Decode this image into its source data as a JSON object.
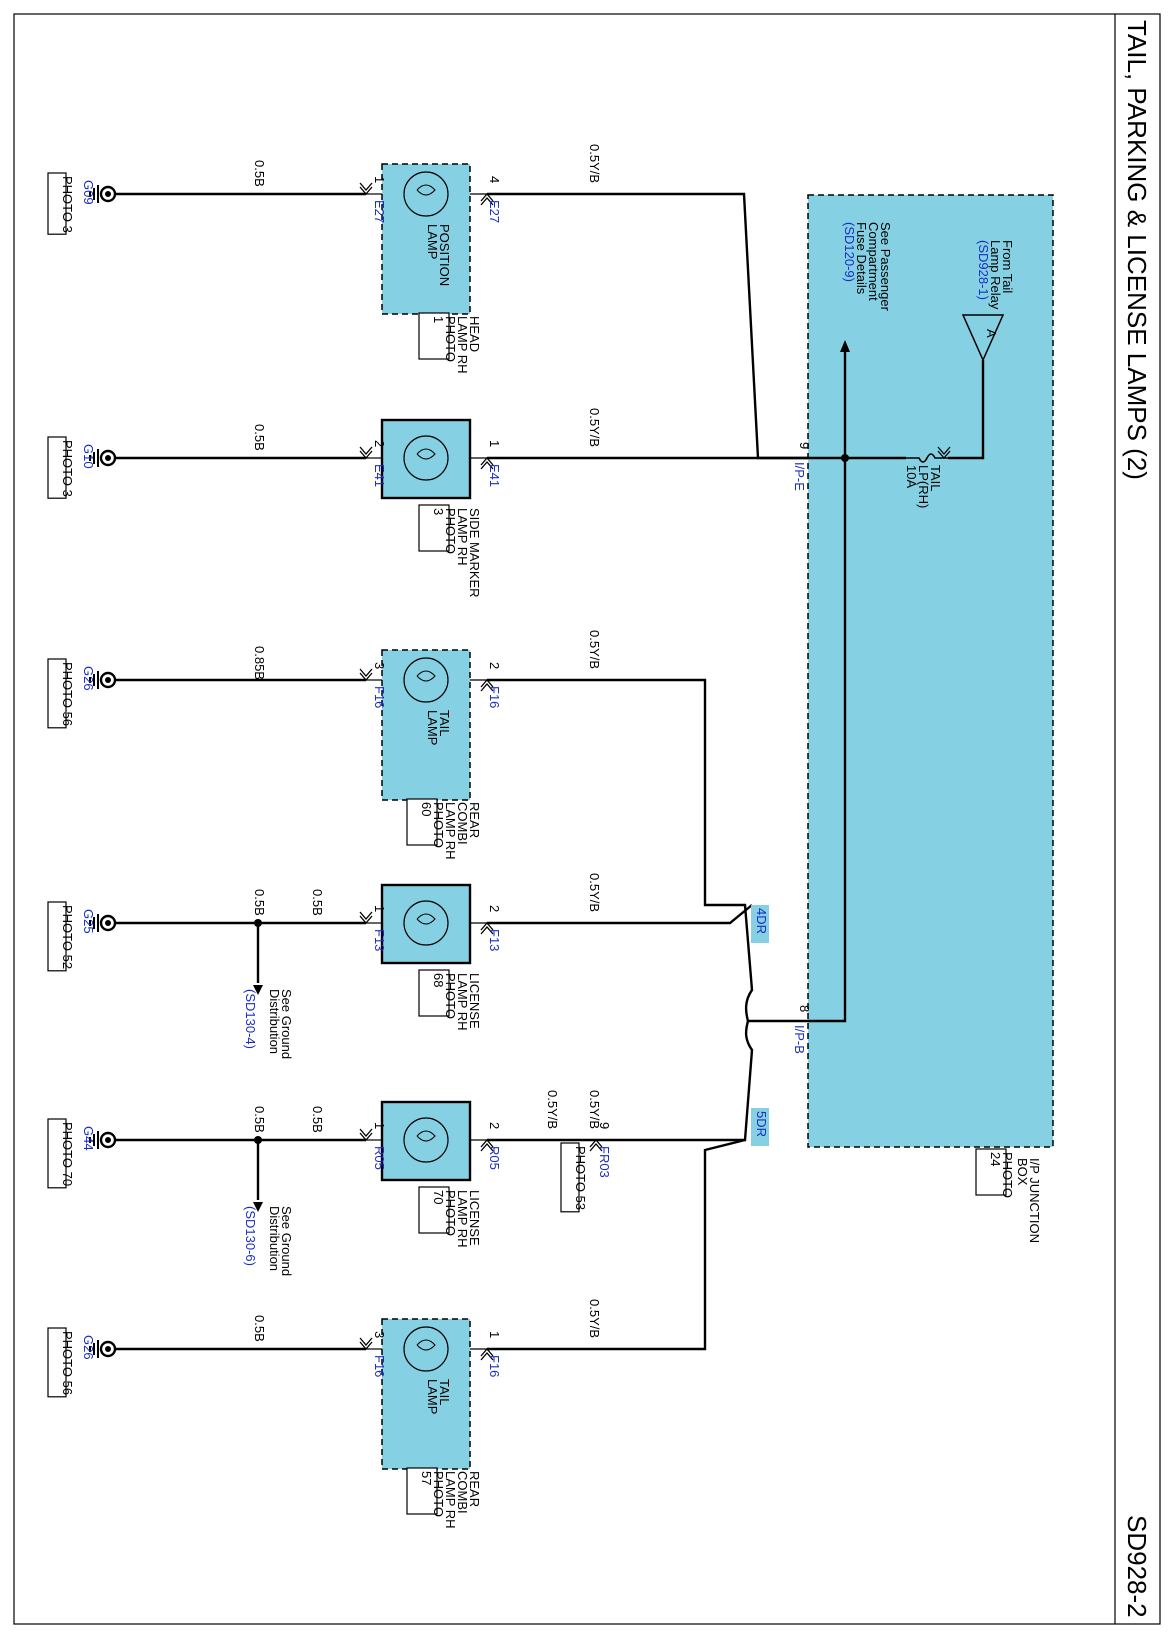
{
  "page": {
    "title": "TAIL, PARKING & LICENSE LAMPS (2)",
    "code": "SD928-2"
  },
  "junction_box": {
    "name_lines": [
      "I/P JUNCTION",
      "BOX"
    ],
    "photo": [
      "PHOTO",
      "24"
    ],
    "from_tail_lines": [
      "From Tail",
      "Lamp Relay"
    ],
    "from_tail_ref": "(SD928-1)",
    "triangle_label": "A",
    "fuse_name_lines": [
      "TAIL",
      "LP(RH)"
    ],
    "fuse_rating": "10A",
    "see_lines": [
      "See Passenger",
      "Compartment",
      "Fuse Details"
    ],
    "see_ref": "(SD120-9)",
    "out_ipe_pin": "9",
    "out_ipe_conn": "I/P-E",
    "out_ipb_pin": "8",
    "out_ipb_conn": "I/P-B"
  },
  "splices": {
    "s4dr": "4DR",
    "s5dr": "5DR"
  },
  "rows": [
    {
      "component_lines": [
        "POSITION",
        "LAMP"
      ],
      "location_lines": [
        "HEAD",
        "LAMP RH"
      ],
      "photo": [
        "PHOTO",
        "1"
      ],
      "pin_out": "4",
      "conn_out": "E27",
      "pin_in": "1",
      "conn_in": "E27",
      "wire_hot": "0.5Y/B",
      "wire_gnd": "0.5B",
      "ground": "G09",
      "ground_photo": "PHOTO 3"
    },
    {
      "component_lines": [],
      "location_lines": [
        "SIDE MARKER",
        "LAMP RH"
      ],
      "photo": [
        "PHOTO",
        "3"
      ],
      "pin_out": "1",
      "conn_out": "E41",
      "pin_in": "2",
      "conn_in": "E41",
      "wire_hot": "0.5Y/B",
      "wire_gnd": "0.5B",
      "ground": "G10",
      "ground_photo": "PHOTO 3"
    },
    {
      "component_lines": [
        "TAIL",
        "LAMP"
      ],
      "location_lines": [
        "REAR",
        "COMBI",
        "LAMP RH"
      ],
      "photo": [
        "PHOTO",
        "60"
      ],
      "pin_out": "2",
      "conn_out": "F16",
      "pin_in": "3",
      "conn_in": "F16",
      "wire_hot": "0.5Y/B",
      "wire_gnd": "0.85B",
      "ground": "G26",
      "ground_photo": "PHOTO 56"
    },
    {
      "component_lines": [],
      "location_lines": [
        "LICENSE",
        "LAMP RH"
      ],
      "photo": [
        "PHOTO",
        "68"
      ],
      "pin_out": "2",
      "conn_out": "F13",
      "pin_in": "1",
      "conn_in": "F13",
      "wire_hot": "0.5Y/B",
      "wire_gnd": "0.5B",
      "wire_gnd2": "0.5B",
      "ground": "G25",
      "ground_photo": "PHOTO 52",
      "see_lines": [
        "See Ground",
        "Distribution"
      ],
      "see_ref": "(SD130-4)"
    },
    {
      "component_lines": [],
      "location_lines": [
        "LICENSE",
        "LAMP RH"
      ],
      "photo": [
        "PHOTO",
        "70"
      ],
      "pin_out": "2",
      "conn_out": "R05",
      "pin_in": "1",
      "conn_in": "R05",
      "wire_hot": "0.5Y/B",
      "wire_hot2": "0.5Y/B",
      "wire_gnd": "0.5B",
      "wire_gnd2": "0.5B",
      "mid_pin": "9",
      "mid_conn": "FR03",
      "mid_photo": "PHOTO 53",
      "ground": "G44",
      "ground_photo": "PHOTO 70",
      "see_lines": [
        "See Ground",
        "Distribution"
      ],
      "see_ref": "(SD130-6)"
    },
    {
      "component_lines": [
        "TAIL",
        "LAMP"
      ],
      "location_lines": [
        "REAR",
        "COMBI",
        "LAMP RH"
      ],
      "photo": [
        "PHOTO",
        "57"
      ],
      "pin_out": "1",
      "conn_out": "F16",
      "pin_in": "3",
      "conn_in": "F16",
      "wire_hot": "0.5Y/B",
      "wire_gnd": "0.5B",
      "ground": "G26",
      "ground_photo": "PHOTO 56"
    }
  ]
}
